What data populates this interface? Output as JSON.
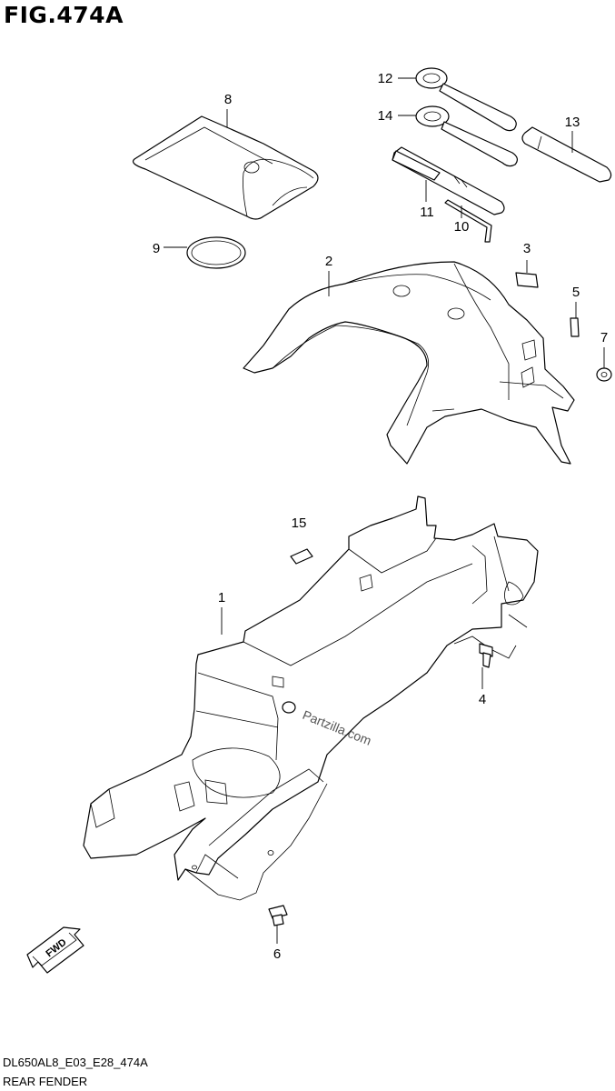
{
  "figure": {
    "title": "FIG.474A",
    "code": "DL650AL8_E03_E28_474A",
    "caption": "REAR FENDER"
  },
  "watermark": "Partzilla.com",
  "direction_marker": "FWD",
  "part_labels": {
    "p1": "1",
    "p2": "2",
    "p3": "3",
    "p4": "4",
    "p5": "5",
    "p6": "6",
    "p7": "7",
    "p8": "8",
    "p9": "9",
    "p10": "10",
    "p11": "11",
    "p12": "12",
    "p13": "13",
    "p14": "14",
    "p15": "15"
  }
}
